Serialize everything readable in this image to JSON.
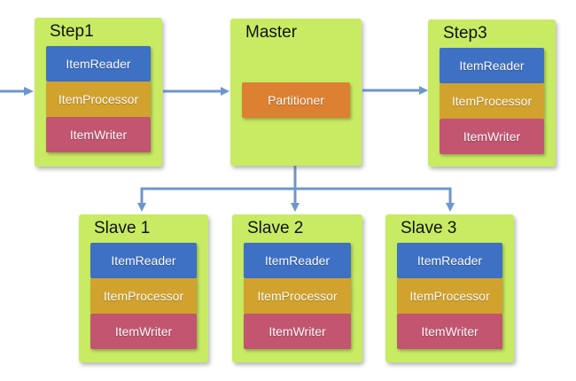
{
  "nodes": {
    "step1": {
      "title": "Step1",
      "reader": "ItemReader",
      "processor": "ItemProcessor",
      "writer": "ItemWriter"
    },
    "master": {
      "title": "Master",
      "partitioner": "Partitioner"
    },
    "step3": {
      "title": "Step3",
      "reader": "ItemReader",
      "processor": "ItemProcessor",
      "writer": "ItemWriter"
    },
    "slave1": {
      "title": "Slave 1",
      "reader": "ItemReader",
      "processor": "ItemProcessor",
      "writer": "ItemWriter"
    },
    "slave2": {
      "title": "Slave 2",
      "reader": "ItemReader",
      "processor": "ItemProcessor",
      "writer": "ItemWriter"
    },
    "slave3": {
      "title": "Slave 3",
      "reader": "ItemReader",
      "processor": "ItemProcessor",
      "writer": "ItemWriter"
    }
  },
  "colors": {
    "node_bg": "#c8eb63",
    "reader_bg": "#3e70c4",
    "processor_bg": "#d2a22e",
    "writer_bg": "#c25570",
    "partitioner_bg": "#dc8132",
    "arrow": "#6e96cb",
    "title_text": "#111111",
    "label_text": "#fafafa"
  }
}
